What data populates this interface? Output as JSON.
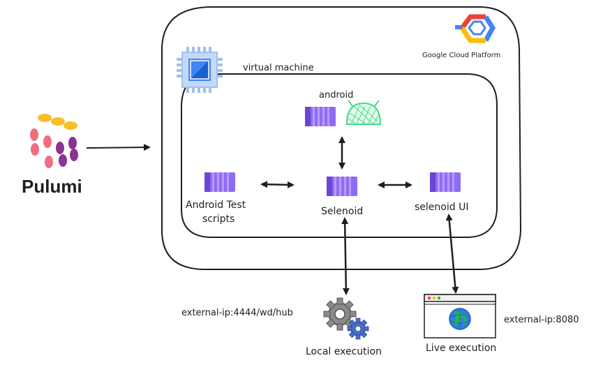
{
  "pulumi": {
    "logo_text": "Pulumi"
  },
  "gcp": {
    "label": "Google Cloud Platform"
  },
  "vm": {
    "label": "virtual machine"
  },
  "nodes": {
    "android": "android",
    "selenoid": "Selenoid",
    "selenoid_ui": "selenoid UI",
    "test_scripts_line1": "Android Test",
    "test_scripts_line2": "scripts"
  },
  "external": {
    "hub_endpoint": "external-ip:4444/wd/hub",
    "ui_endpoint": "external-ip:8080",
    "local_execution": "Local execution",
    "live_execution": "Live execution"
  },
  "colors": {
    "container": "#8e6cf2",
    "container_dark": "#6a45d6",
    "container_light": "#b89bff",
    "android_green": "#3ddc84",
    "gcp_blue": "#4285f4",
    "gcp_red": "#ea4335",
    "gcp_yellow": "#fbbc05",
    "chip_blue": "#5b8fe0",
    "gear_gray": "#8a8a8a",
    "gear_blue": "#4a6fc9",
    "globe_blue": "#2b7de9",
    "globe_green": "#2bb24c"
  },
  "icons": [
    "pulumi-logo",
    "gcp-logo",
    "cpu-chip-icon",
    "docker-container-icon",
    "android-icon",
    "gears-icon",
    "browser-globe-icon"
  ]
}
